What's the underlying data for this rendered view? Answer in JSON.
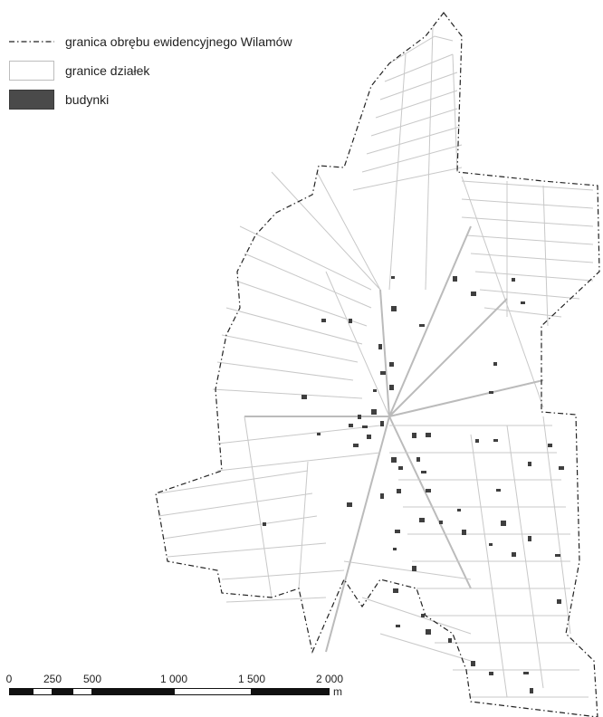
{
  "legend": {
    "items": [
      {
        "label": "granica obrębu ewidencyjnego Wilamów",
        "symbol": "dash-dot-line"
      },
      {
        "label": "granice działek",
        "symbol": "parcel-outline"
      },
      {
        "label": "budynki",
        "symbol": "building-fill"
      }
    ]
  },
  "scale_bar": {
    "ticks": [
      "0",
      "250",
      "500",
      "1 000",
      "1 500",
      "2 000"
    ],
    "unit": "m"
  },
  "colors": {
    "boundary": "#222222",
    "parcel_lines": "#c8c8c8",
    "buildings": "#3f3f3f",
    "background": "#ffffff"
  }
}
